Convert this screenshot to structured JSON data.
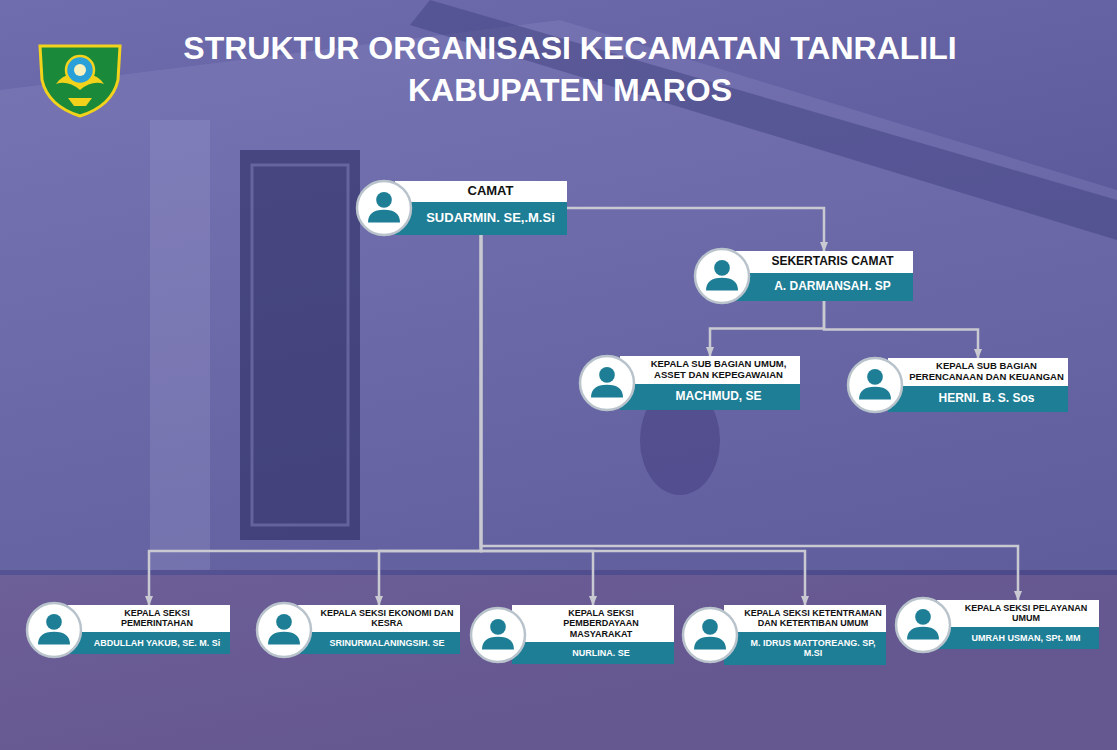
{
  "diagram": {
    "title": "STRUKTUR ORGANISASI KECAMATAN TANRALILI KABUPATEN MAROS",
    "nodes": [
      {
        "text": [
          "CAMAT",
          "SUDARMIN. SE,.M.Si"
        ]
      },
      {
        "text": [
          "SEKERTARIS CAMAT",
          "A. DARMANSAH. SP"
        ]
      },
      {
        "text": [
          "KEPALA SUB BAGIAN UMUM, ASSET DAN KEPEGAWAIAN",
          "MACHMUD, SE"
        ]
      },
      {
        "text": [
          "KEPALA SUB BAGIAN PERENCANAAN DAN KEUANGAN",
          "HERNI. B. S. Sos"
        ]
      },
      {
        "text": [
          "KEPALA SEKSI PEMERINTAHAN",
          "ABDULLAH YAKUB, SE. M. Si"
        ]
      },
      {
        "text": [
          "KEPALA SEKSI EKONOMI DAN KESRA",
          "SRINURMALANINGSIH. SE"
        ]
      },
      {
        "text": [
          "KEPALA SEKSI PEMBERDAYAAN MASYARAKAT",
          "NURLINA. SE"
        ]
      },
      {
        "text": [
          "KEPALA SEKSI KETENTRAMAN DAN KETERTIBAN UMUM",
          "M. IDRUS MATTOREANG. SP, M.SI"
        ]
      },
      {
        "text": [
          "KEPALA SEKSI PELAYANAN UMUM",
          "UMRAH USMAN, SPt. MM"
        ]
      }
    ],
    "edges": [
      {
        "from": 0,
        "to": 1,
        "arrow": "to"
      },
      {
        "from": 1,
        "to": 2,
        "arrow": "to"
      },
      {
        "from": 1,
        "to": 3,
        "arrow": "to"
      },
      {
        "from": 0,
        "to": 4,
        "arrow": "to"
      },
      {
        "from": 0,
        "to": 5,
        "arrow": "to"
      },
      {
        "from": 0,
        "to": 6,
        "arrow": "to"
      },
      {
        "from": 0,
        "to": 7,
        "arrow": "to"
      },
      {
        "from": 0,
        "to": 8,
        "arrow": "to"
      }
    ]
  }
}
